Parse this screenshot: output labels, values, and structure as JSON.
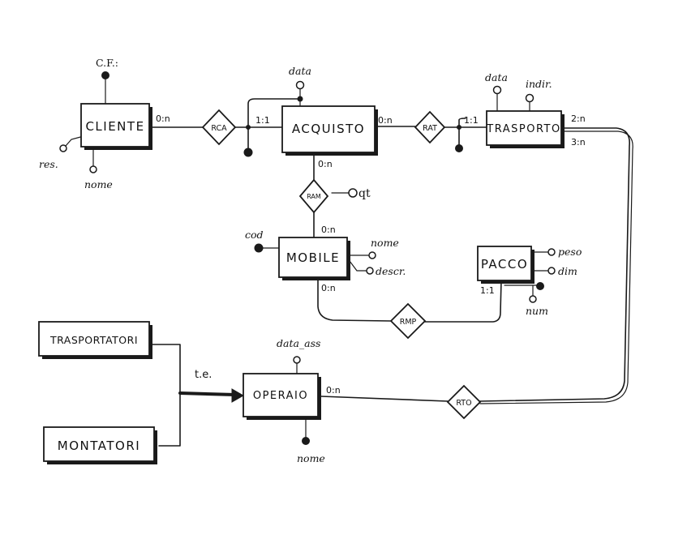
{
  "entities": {
    "cliente": "CLIENTE",
    "acquisto": "ACQUISTO",
    "trasporto": "TRASPORTO",
    "mobile": "MOBILE",
    "pacco": "PACCO",
    "operaio": "OPERAIO",
    "trasportatori": "TRASPORTATORI",
    "montatori": "MONTATORI"
  },
  "relations": {
    "rca": "RCA",
    "rat": "RAT",
    "ram": "RAM",
    "rmp": "RMP",
    "rto": "RTO"
  },
  "attributes": {
    "cf": "C.F.:",
    "res": "res.",
    "nome_cliente": "nome",
    "data_acquisto": "data",
    "data_trasporto": "data",
    "indir": "indir.",
    "qt": "qt",
    "cod": "cod",
    "nome_mobile": "nome",
    "descr": "descr.",
    "peso": "peso",
    "dim": "dim",
    "num": "num",
    "data_ass": "data_ass",
    "nome_operaio": "nome"
  },
  "cardinalities": {
    "cliente_rca": "0:n",
    "acquisto_rca": "1:1",
    "acquisto_rat": "0:n",
    "trasporto_rat": "1:1",
    "trasporto_rto_a": "2:n",
    "trasporto_rto_b": "3:n",
    "acquisto_ram": "0:n",
    "mobile_ram": "0:n",
    "mobile_rmp": "0:n",
    "pacco_rmp": "1:1",
    "operaio_rto": "0:n"
  },
  "generalization_label": "t.e."
}
